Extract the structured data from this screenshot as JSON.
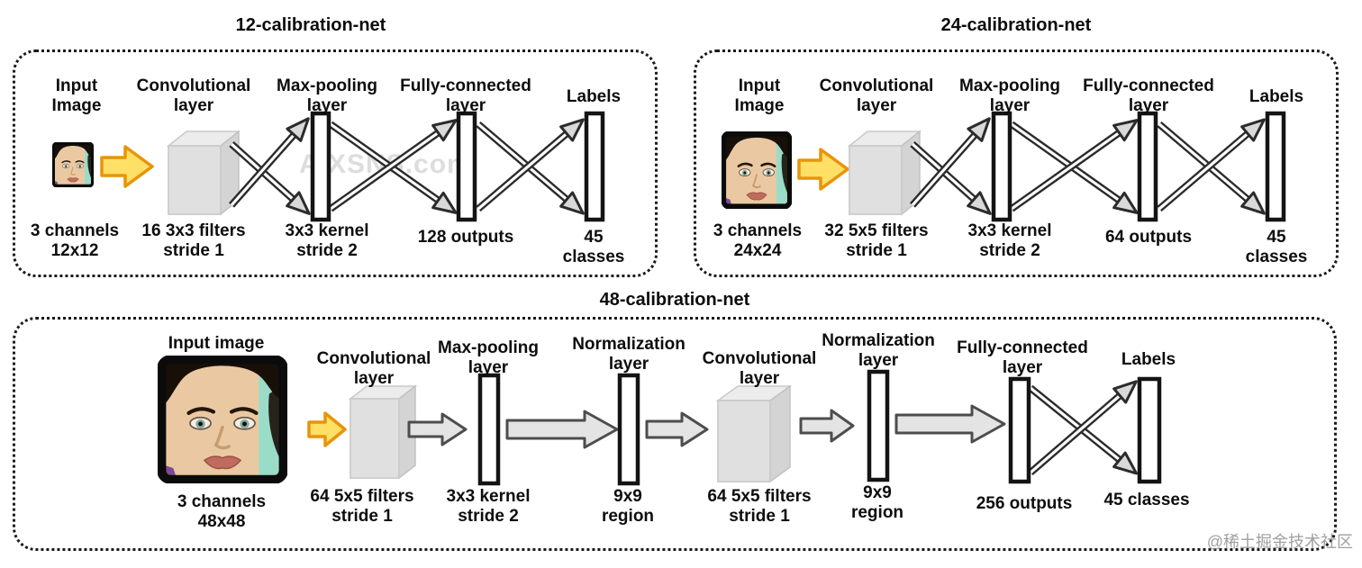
{
  "meta": {
    "watermark_center": "AIXSNS.com",
    "watermark_corner": "@稀土掘金技术社区"
  },
  "colors": {
    "input_arrow_fill": "#ffe066",
    "input_arrow_border": "#e8940a",
    "flow_arrow_fill": "#e4e4e4",
    "flow_arrow_border": "#4d4d4d",
    "ink": "#0d0d0d"
  },
  "panels": {
    "net12": {
      "title": "12-calibration-net",
      "input": {
        "label": "Input\nImage",
        "caption": "3 channels\n12x12"
      },
      "conv": {
        "label": "Convolutional\nlayer",
        "caption": "16 3x3 filters\nstride 1"
      },
      "pool": {
        "label": "Max-pooling\nlayer",
        "caption": "3x3 kernel\nstride 2"
      },
      "fc": {
        "label": "Fully-connected\nlayer",
        "caption": "128 outputs"
      },
      "labels": {
        "label": "Labels",
        "caption": "45 classes"
      }
    },
    "net24": {
      "title": "24-calibration-net",
      "input": {
        "label": "Input\nImage",
        "caption": "3 channels\n24x24"
      },
      "conv": {
        "label": "Convolutional\nlayer",
        "caption": "32 5x5 filters\nstride 1"
      },
      "pool": {
        "label": "Max-pooling\nlayer",
        "caption": "3x3 kernel\nstride 2"
      },
      "fc": {
        "label": "Fully-connected\nlayer",
        "caption": "64 outputs"
      },
      "labels": {
        "label": "Labels",
        "caption": "45 classes"
      }
    },
    "net48": {
      "title": "48-calibration-net",
      "input": {
        "label": "Input image",
        "caption": "3 channels\n48x48"
      },
      "conv1": {
        "label": "Convolutional\nlayer",
        "caption": "64 5x5 filters\nstride 1"
      },
      "pool": {
        "label": "Max-pooling\nlayer",
        "caption": "3x3 kernel\nstride 2"
      },
      "norm1": {
        "label": "Normalization\nlayer",
        "caption": "9x9\nregion"
      },
      "conv2": {
        "label": "Convolutional\nlayer",
        "caption": "64 5x5 filters\nstride 1"
      },
      "norm2": {
        "label": "Normalization\nlayer",
        "caption": "9x9\nregion"
      },
      "fc": {
        "label": "Fully-connected\nlayer",
        "caption": "256 outputs"
      },
      "labels": {
        "label": "Labels",
        "caption": "45 classes"
      }
    }
  }
}
